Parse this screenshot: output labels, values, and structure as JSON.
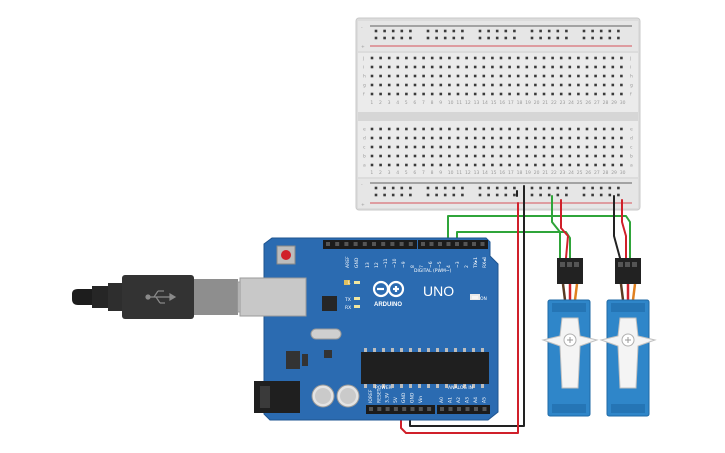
{
  "board": {
    "logo_text": "UNO",
    "brand_text": "ARDUINO",
    "digital_header": "DIGITAL (PWM~)",
    "power_header": "POWER",
    "analog_header": "ANALOG IN",
    "on_label": "ON",
    "led_l": "L",
    "led_tx": "TX",
    "led_rx": "RX",
    "digital_pins": [
      "AREF",
      "GND",
      "13",
      "12",
      "~11",
      "~10",
      "~9",
      "8",
      "7",
      "~6",
      "~5",
      "4",
      "~3",
      "2",
      "TX▸1",
      "RX◂0"
    ],
    "power_pins": [
      "IOREF",
      "RESET",
      "3.3V",
      "5V",
      "GND",
      "GND",
      "Vin"
    ],
    "analog_pins": [
      "A0",
      "A1",
      "A2",
      "A3",
      "A4",
      "A5"
    ]
  },
  "breadboard": {
    "row_letters_top": [
      "j",
      "i",
      "h",
      "g",
      "f"
    ],
    "row_letters_bottom": [
      "e",
      "d",
      "c",
      "b",
      "a"
    ],
    "column_numbers": [
      "1",
      "2",
      "3",
      "4",
      "5",
      "6",
      "7",
      "8",
      "9",
      "10",
      "11",
      "12",
      "13",
      "14",
      "15",
      "16",
      "17",
      "18",
      "19",
      "20",
      "21",
      "22",
      "23",
      "24",
      "25",
      "26",
      "27",
      "28",
      "29",
      "30"
    ],
    "rail_minus": "-",
    "rail_plus": "+"
  },
  "colors": {
    "board": "#2b6bb1",
    "servo": "#2f86c9",
    "wire_green": "#2fa53a",
    "wire_red": "#d0202a",
    "wire_black": "#222222"
  }
}
